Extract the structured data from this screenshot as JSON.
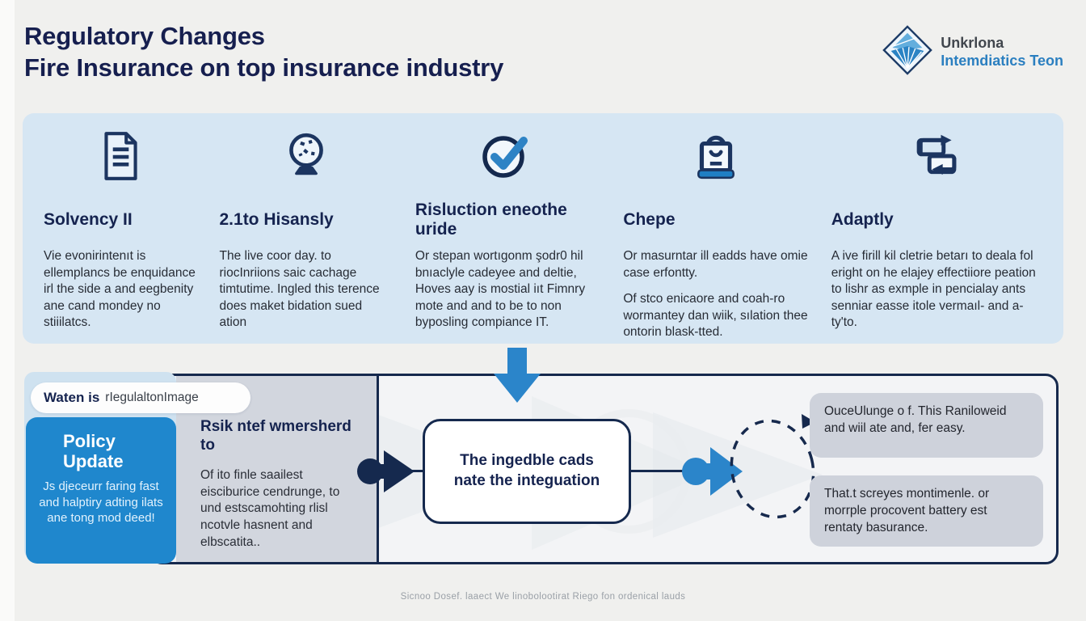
{
  "page": {
    "title_line1": "Regulatory Changes",
    "title_line2": "Fire Insurance on top insurance industry",
    "footer": "Sicnoo Dosef. laaect We linobolootirat Riego fon ordenical lauds"
  },
  "logo": {
    "name_line1": "Unkrlona",
    "name_line2": "Intemdiatics Teon"
  },
  "colors": {
    "accent_blue": "#2b85ca",
    "navy": "#15294e",
    "band_bg": "#d6e6f3",
    "policy_blue": "#1f87cd",
    "panel_gray": "#d2d6de",
    "outcome_gray": "#ced2db",
    "logo_blue": "#2b7fc0",
    "title_navy": "#161f4f"
  },
  "pillars": [
    {
      "icon": "document-icon",
      "title": "Solvency II",
      "body": "Vie evonirintenıt is ellemplancs be enquidance irl the side a and eegbenity ane cand mondey no stiiilatcs.",
      "body2": ""
    },
    {
      "icon": "crystal-ball-icon",
      "title": "2.1to Hisansly",
      "body": "The live coor day. to riocInriions saic cachage timtutime. Ingled this terence does maket bidation sued ation",
      "body2": ""
    },
    {
      "icon": "check-circle-icon",
      "title": "Risluction eneothe uride",
      "body": "Or stepan wortıgonm şodr0 hil bnıaclyle cadeyee and deltie, Hoves aay is mostial iıt Fimnry mote and and to be to non byposling compiance IT.",
      "body2": ""
    },
    {
      "icon": "lock-icon",
      "title": "Chepe",
      "body": "Or masurntar ill eadds have omie case erfontty.",
      "body2": "Of stco enicaore and coah-ro wormantey dan wiik, sılation thee ontorin blask-tted."
    },
    {
      "icon": "sync-documents-icon",
      "title": "Adaptly",
      "body": "A ive firill kil cletrie betarı to deala fol eright on he elajey effectiiore peation to lishr as exmple in pencialay ants senniar easse itole vermaıl- and a-ty'to.",
      "body2": ""
    }
  ],
  "flow": {
    "header_bold": "Waten is",
    "header_rest": "rIegulaltonImage",
    "policy": {
      "title_line1": "Policy",
      "title_line2": "Update",
      "body": "Js djeceurr faring fast and halptiry adting ilats ane tong mod deed!"
    },
    "risk": {
      "title": "Rsik ntef wmersherd to",
      "body": "Of ito finle saailest eisciburice cendrunge, to und estscamohting rlisl ncotvle hasnent and elbscatita.."
    },
    "center_box": "The ingedble cads nate the integuation",
    "outcomes": [
      {
        "text": "OuceUlunge o f. This Raniloweid and wiil ate and, fer easy."
      },
      {
        "text": "That.t screyes montimenle. or morrple procovent battery est rentaty basurance."
      }
    ]
  }
}
